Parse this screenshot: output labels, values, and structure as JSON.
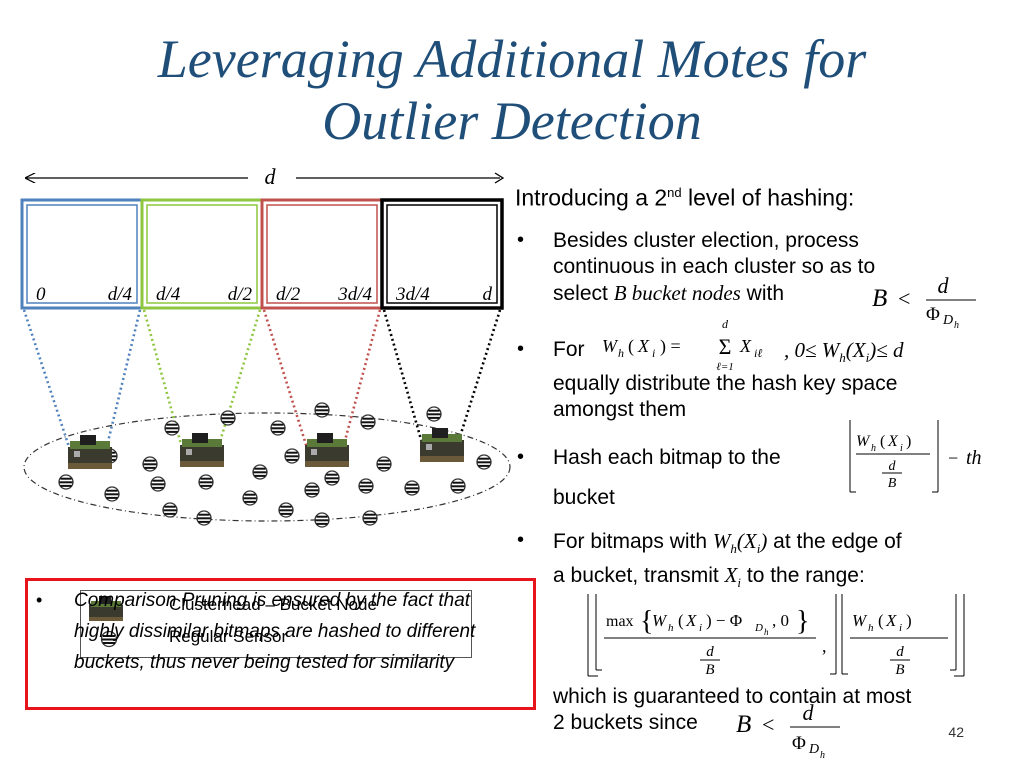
{
  "title": {
    "line1": "Leveraging Additional Motes for",
    "line2": "Outlier Detection"
  },
  "diagram": {
    "range_label": "d",
    "buckets": [
      {
        "left": "0",
        "right": "d/4",
        "color": "#4f81bd"
      },
      {
        "left": "d/4",
        "right": "d/2",
        "color": "#8ec63f"
      },
      {
        "left": "d/2",
        "right": "3d/4",
        "color": "#c0504d"
      },
      {
        "left": "3d/4",
        "right": "d",
        "color": "#000000"
      }
    ],
    "legend": {
      "clusterhead": "Clusterhead – Bucket Node",
      "regular": "Regular Sensor"
    }
  },
  "right": {
    "intro": "Introducing a 2",
    "intro_sup": "nd",
    "intro_rest": " level of hashing:",
    "b1_line1": "Besides  cluster election, process",
    "b1_line2": "continuous in each cluster so as to",
    "b1_line3a": "select ",
    "b1_line3b": "B bucket nodes",
    "b1_line3c": " with",
    "b2_for": "For",
    "b2_cond": ", 0≤ W",
    "b2_cond_sub": "h",
    "b2_cond2": "(X",
    "b2_cond_sub2": "i",
    "b2_cond3": ")≤ d",
    "b2_line2": "equally distribute the hash key space",
    "b2_line3": "amongst them",
    "b3_line1": "Hash each bitmap to the",
    "b3_line2": "bucket",
    "b4_line1a": "For bitmaps with ",
    "b4_line1b": "W",
    "b4_line1c": "h",
    "b4_line1d": "(X",
    "b4_line1e": "i",
    "b4_line1f": ")",
    "b4_line1g": " at the edge of",
    "b4_line2a": "a bucket, transmit ",
    "b4_line2b": "X",
    "b4_line2c": "i",
    "b4_line2d": " to the range:",
    "b4_line3": "which is guaranteed to contain at most",
    "b4_line4": "2 buckets since"
  },
  "bottom_left": {
    "text": "Comparison Pruning is ensured by the fact that highly dissimilar bitmaps are hashed to different buckets, thus never being tested for similarity"
  },
  "page_number": "42"
}
